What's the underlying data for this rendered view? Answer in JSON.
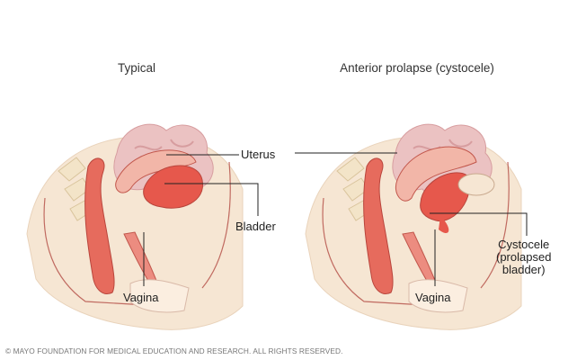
{
  "panels": [
    {
      "title": "Typical",
      "labels": {
        "uterus": "Uterus",
        "bladder": "Bladder",
        "vagina": "Vagina"
      }
    },
    {
      "title": "Anterior prolapse (cystocele)",
      "labels": {
        "cystocele": "Cystocele\n(prolapsed\nbladder)",
        "vagina": "Vagina"
      }
    }
  ],
  "shared_label": "Uterus",
  "copyright": "© MAYO FOUNDATION FOR MEDICAL EDUCATION AND RESEARCH. ALL RIGHTS RESERVED.",
  "colors": {
    "skin": "#f6e6d3",
    "tissue": "#e7b6b4",
    "organ": "#e2574c",
    "line": "#222222"
  }
}
